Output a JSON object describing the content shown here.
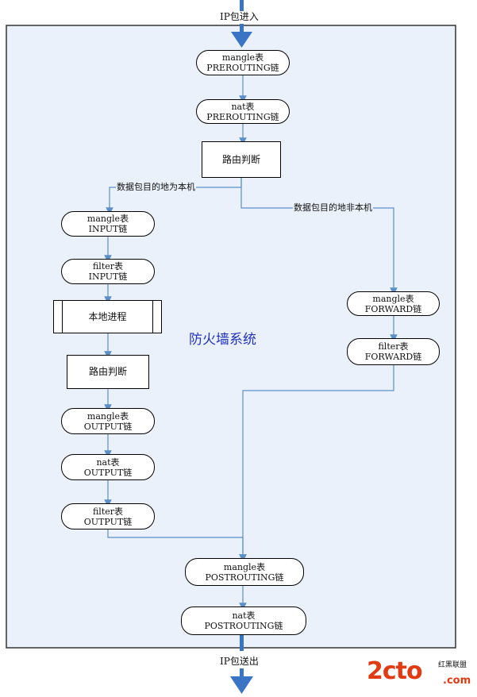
{
  "diagram": {
    "entry_label": "IP包进入",
    "exit_label": "IP包送出",
    "system_label": "防火墙系统",
    "nodes": {
      "pre_mangle": {
        "line1": "mangle表",
        "line2": "PREROUTING链"
      },
      "pre_nat": {
        "line1": "nat表",
        "line2": "PREROUTING链"
      },
      "route1": {
        "text": "路由判断"
      },
      "in_mangle": {
        "line1": "mangle表",
        "line2": "INPUT链"
      },
      "in_filter": {
        "line1": "filter表",
        "line2": "INPUT链"
      },
      "local_proc": {
        "text": "本地进程"
      },
      "route2": {
        "text": "路由判断"
      },
      "out_mangle": {
        "line1": "mangle表",
        "line2": "OUTPUT链"
      },
      "out_nat": {
        "line1": "nat表",
        "line2": "OUTPUT链"
      },
      "out_filter": {
        "line1": "filter表",
        "line2": "OUTPUT链"
      },
      "fwd_mangle": {
        "line1": "mangle表",
        "line2": "FORWARD链"
      },
      "fwd_filter": {
        "line1": "filter表",
        "line2": "FORWARD链"
      },
      "post_mangle": {
        "line1": "mangle表",
        "line2": "POSTROUTING链"
      },
      "post_nat": {
        "line1": "nat表",
        "line2": "POSTROUTING链"
      }
    },
    "branch_local": "数据包目的地为本机",
    "branch_remote": "数据包目的地非本机"
  },
  "watermark": {
    "brand": "2cto",
    "suffix": ".com",
    "caption": "红黑联盟"
  },
  "colors": {
    "frame_fill": "#eaf1fb",
    "frame_border": "#333333",
    "arrow": "#5b8fc9",
    "bold_arrow": "#3a74c4",
    "title": "#2233bb",
    "watermark": "#e23a12"
  }
}
